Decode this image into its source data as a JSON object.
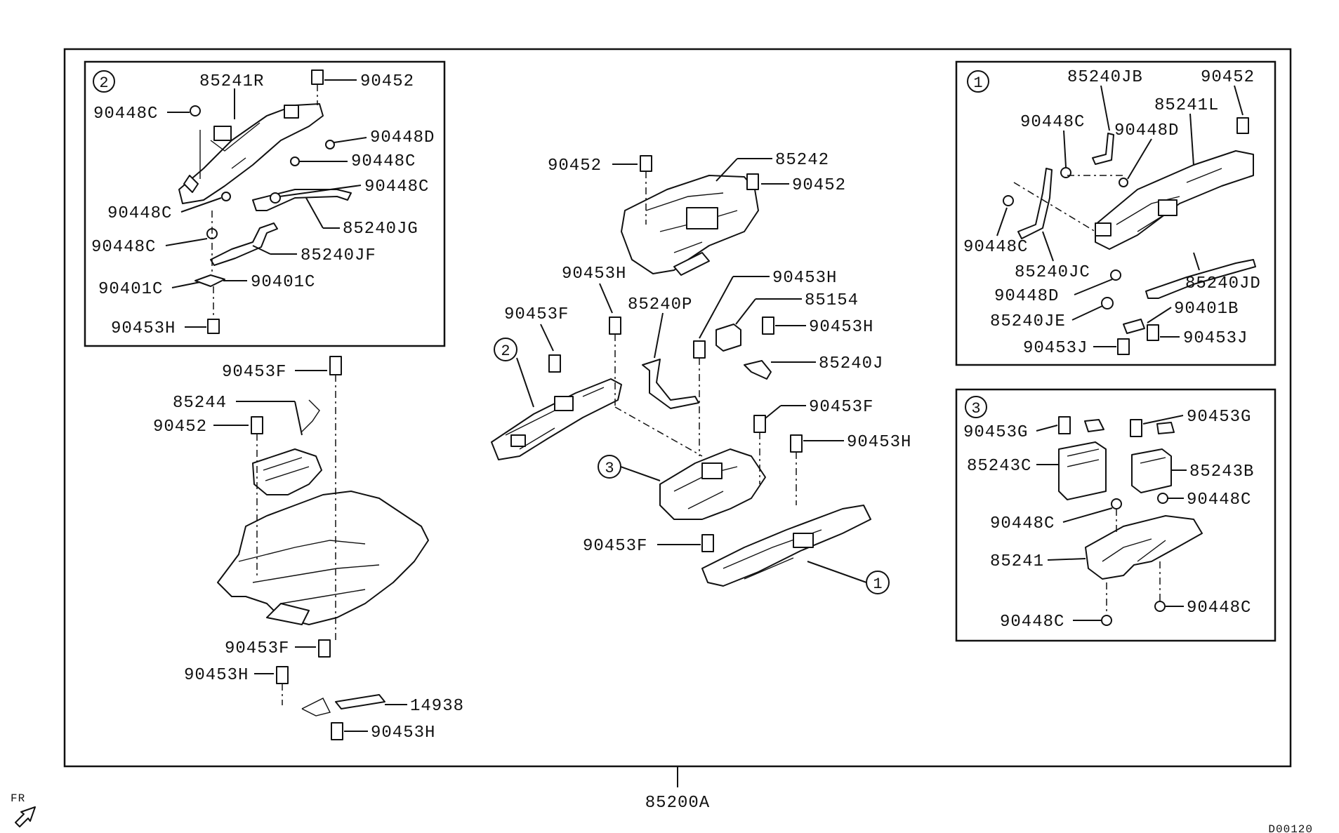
{
  "main_label": "85200A",
  "diagram_code": "D00120",
  "direction": "FR",
  "callouts": [
    {
      "id": "c1",
      "num": "1"
    },
    {
      "id": "c2",
      "num": "2"
    },
    {
      "id": "c3",
      "num": "3"
    }
  ],
  "inset_2": {
    "num": "2",
    "labels": [
      "85241R",
      "90452",
      "90448C",
      "90448D",
      "90448C",
      "90448C",
      "90448C",
      "85240JG",
      "90448C",
      "85240JF",
      "90401C",
      "90401C",
      "90453H"
    ]
  },
  "inset_1": {
    "num": "1",
    "labels": [
      "85240JB",
      "90452",
      "90448C",
      "85241L",
      "90448D",
      "90448C",
      "85240JC",
      "85240JD",
      "90448D",
      "90401B",
      "85240JE",
      "90453J",
      "90453J"
    ]
  },
  "inset_3": {
    "num": "3",
    "labels": [
      "90453G",
      "90453G",
      "85243C",
      "85243B",
      "90448C",
      "90448C",
      "85241",
      "90448C",
      "90448C"
    ]
  },
  "center": {
    "num_2": "2",
    "num_3": "3",
    "num_1": "1",
    "labels": [
      "90452",
      "85242",
      "90452",
      "90453H",
      "90453H",
      "85240P",
      "85154",
      "90453F",
      "90453H",
      "85240J",
      "90453F",
      "90453H",
      "90453F"
    ]
  },
  "lower_left": {
    "labels": [
      "90453F",
      "85244",
      "90452",
      "90453F",
      "90453H",
      "14938",
      "90453H"
    ]
  }
}
